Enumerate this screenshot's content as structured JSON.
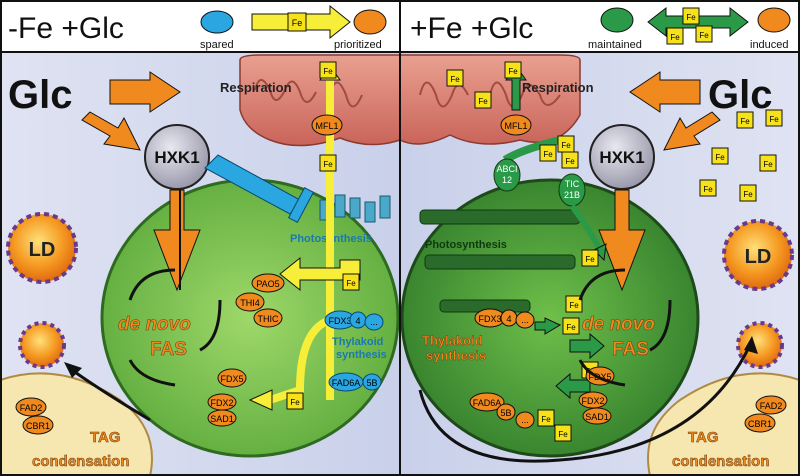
{
  "left": {
    "condition": "-Fe +Glc",
    "legend": {
      "from": "spared",
      "to": "prioritized",
      "fe": "Fe"
    },
    "glc": "Glc",
    "hxk": "HXK1",
    "respiration": "Respiration",
    "mfl1": "MFL1",
    "photosynthesis": "Photosynthesis",
    "ld": "LD",
    "fas_line1": "de novo",
    "fas_line2": "FAS",
    "proteins": {
      "pao5": "PAO5",
      "thi4": "THI4",
      "thic": "THIC",
      "fdx5": "FDX5",
      "fdx2": "FDX2",
      "sad1": "SAD1",
      "fad2": "FAD2",
      "cbr1": "CBR1"
    },
    "blue": {
      "fdx3": "FDX3",
      "fdx4": "4",
      "fdx_more": "...",
      "fad6a": "FAD6A",
      "fad5b": "5B"
    },
    "thylakoid_line1": "Thylakoid",
    "thylakoid_line2": "synthesis",
    "tag_line1": "TAG",
    "tag_line2": "condensation"
  },
  "right": {
    "condition": "+Fe +Glc",
    "legend": {
      "from": "maintained",
      "to": "induced",
      "fe": "Fe"
    },
    "glc": "Glc",
    "hxk": "HXK1",
    "respiration": "Respiration",
    "mfl1": "MFL1",
    "abci_line1": "ABCI",
    "abci_line2": "12",
    "tic_line1": "TIC",
    "tic_line2": "21B",
    "photosynthesis": "Photosynthesis",
    "ld": "LD",
    "fas_line1": "de novo",
    "fas_line2": "FAS",
    "proteins": {
      "fdx3": "FDX3",
      "fdx4": "4",
      "fdx_more": "...",
      "fdx5": "FDX5",
      "fdx2": "FDX2",
      "sad1": "SAD1",
      "fad6a": "FAD6A",
      "fad5b": "5B",
      "fad_more": "...",
      "fad2": "FAD2",
      "cbr1": "CBR1"
    },
    "thylakoid_line1": "Thylakoid",
    "thylakoid_line2": "synthesis",
    "tag_line1": "TAG",
    "tag_line2": "condensation"
  },
  "fe": "Fe",
  "colors": {
    "orange": "#f08a1e",
    "yellow": "#f7ee3a",
    "blue": "#2aa6e0",
    "green": "#2b9a48",
    "chloroplast": "#8fcc5a",
    "mito": "#d98070",
    "hxk": "#b8b8c8"
  }
}
